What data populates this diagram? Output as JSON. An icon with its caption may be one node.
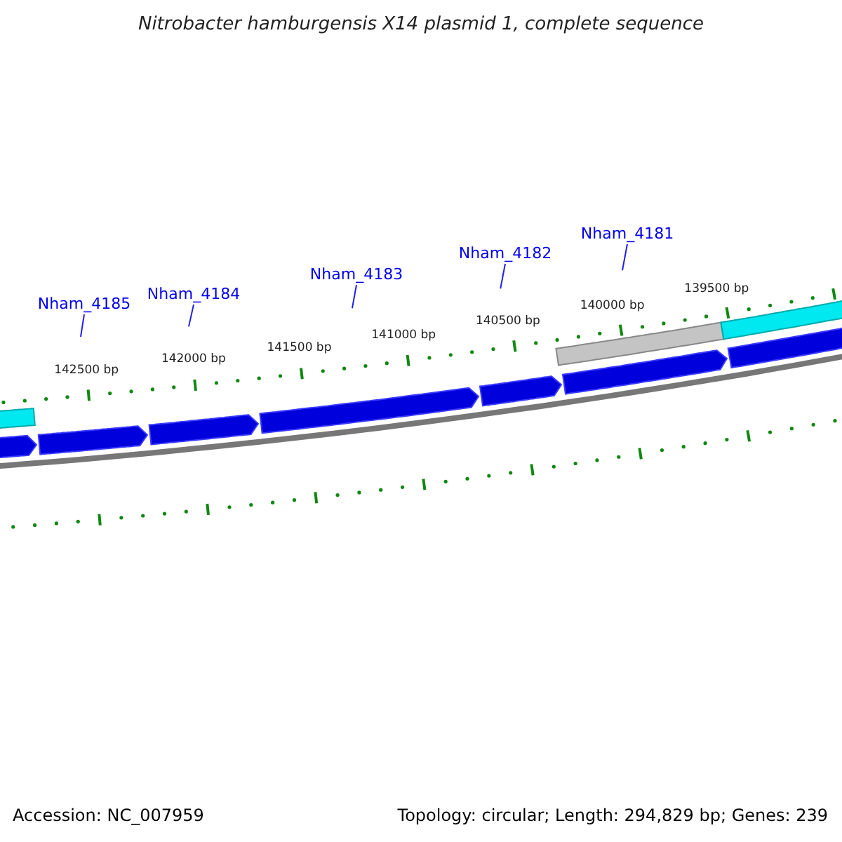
{
  "diagram": {
    "title": "Nitrobacter hamburgensis X14 plasmid 1, complete sequence",
    "nodes": [
      {
        "text": [
          "Nham_4185"
        ]
      },
      {
        "text": [
          "Nham_4184"
        ]
      },
      {
        "text": [
          "Nham_4183"
        ]
      },
      {
        "text": [
          "Nham_4182"
        ]
      },
      {
        "text": [
          "Nham_4181"
        ]
      }
    ],
    "edges": [
      {
        "from": 0,
        "to": null,
        "arrow": "none"
      },
      {
        "from": 1,
        "to": null,
        "arrow": "none"
      },
      {
        "from": 2,
        "to": null,
        "arrow": "none"
      },
      {
        "from": 3,
        "to": null,
        "arrow": "none"
      },
      {
        "from": 4,
        "to": null,
        "arrow": "none"
      }
    ],
    "labels": [
      "142500 bp",
      "142000 bp",
      "141500 bp",
      "141000 bp",
      "140500 bp",
      "140000 bp",
      "139500 bp",
      "Accession: NC_007959",
      "Topology: circular; Length: 294,829 bp; Genes: 239"
    ]
  }
}
